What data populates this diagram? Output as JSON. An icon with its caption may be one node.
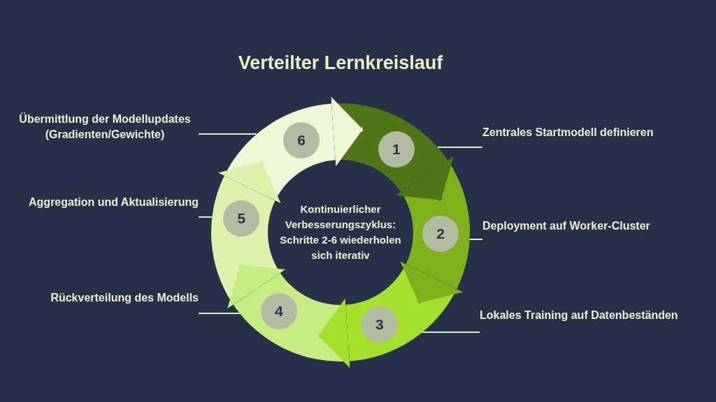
{
  "diagram": {
    "title": "Verteilter Lernkreislauf",
    "nodes": [
      {
        "text": [
          "1"
        ]
      },
      {
        "text": [
          "2"
        ]
      },
      {
        "text": [
          "3"
        ]
      },
      {
        "text": [
          "4"
        ]
      },
      {
        "text": [
          "5"
        ]
      },
      {
        "text": [
          "6"
        ]
      },
      {
        "text": [
          "Zentrales Startmodell definieren"
        ]
      },
      {
        "text": [
          "Deployment auf Worker-Cluster"
        ]
      },
      {
        "text": [
          "Lokales Training auf Datenbeständen"
        ]
      },
      {
        "text": [
          "Rückverteilung des Modells"
        ]
      },
      {
        "text": [
          "Aggregation und Aktualisierung"
        ]
      },
      {
        "text": [
          "Übermittlung der Modellupdates (Gradienten/Gewichte)"
        ]
      }
    ],
    "edges": [
      {
        "from": 0,
        "to": 1,
        "arrow": "to",
        "style": "thick",
        "color": "#507516"
      },
      {
        "from": 1,
        "to": 2,
        "arrow": "to",
        "style": "thick",
        "color": "#7fb11d"
      },
      {
        "from": 2,
        "to": 3,
        "arrow": "to",
        "style": "thick",
        "color": "#a5e02e"
      },
      {
        "from": 3,
        "to": 4,
        "arrow": "to",
        "style": "thick",
        "color": "#c8ec84"
      },
      {
        "from": 4,
        "to": 5,
        "arrow": "to",
        "style": "thick",
        "color": "#dcf2ad"
      },
      {
        "from": 5,
        "to": 0,
        "arrow": "to",
        "style": "thick",
        "color": "#eef8d8"
      },
      {
        "from": 6,
        "to": 0,
        "arrow": "none"
      },
      {
        "from": 7,
        "to": 1,
        "arrow": "none"
      },
      {
        "from": 8,
        "to": 2,
        "arrow": "none"
      },
      {
        "from": 9,
        "to": 3,
        "arrow": "none"
      },
      {
        "from": 10,
        "to": 4,
        "arrow": "none"
      },
      {
        "from": 11,
        "to": 5,
        "arrow": "none"
      }
    ],
    "labels": [
      "Kontinuierlicher Verbesserungszyklus: Schritte 2-6 wiederholen sich iterativ"
    ]
  }
}
